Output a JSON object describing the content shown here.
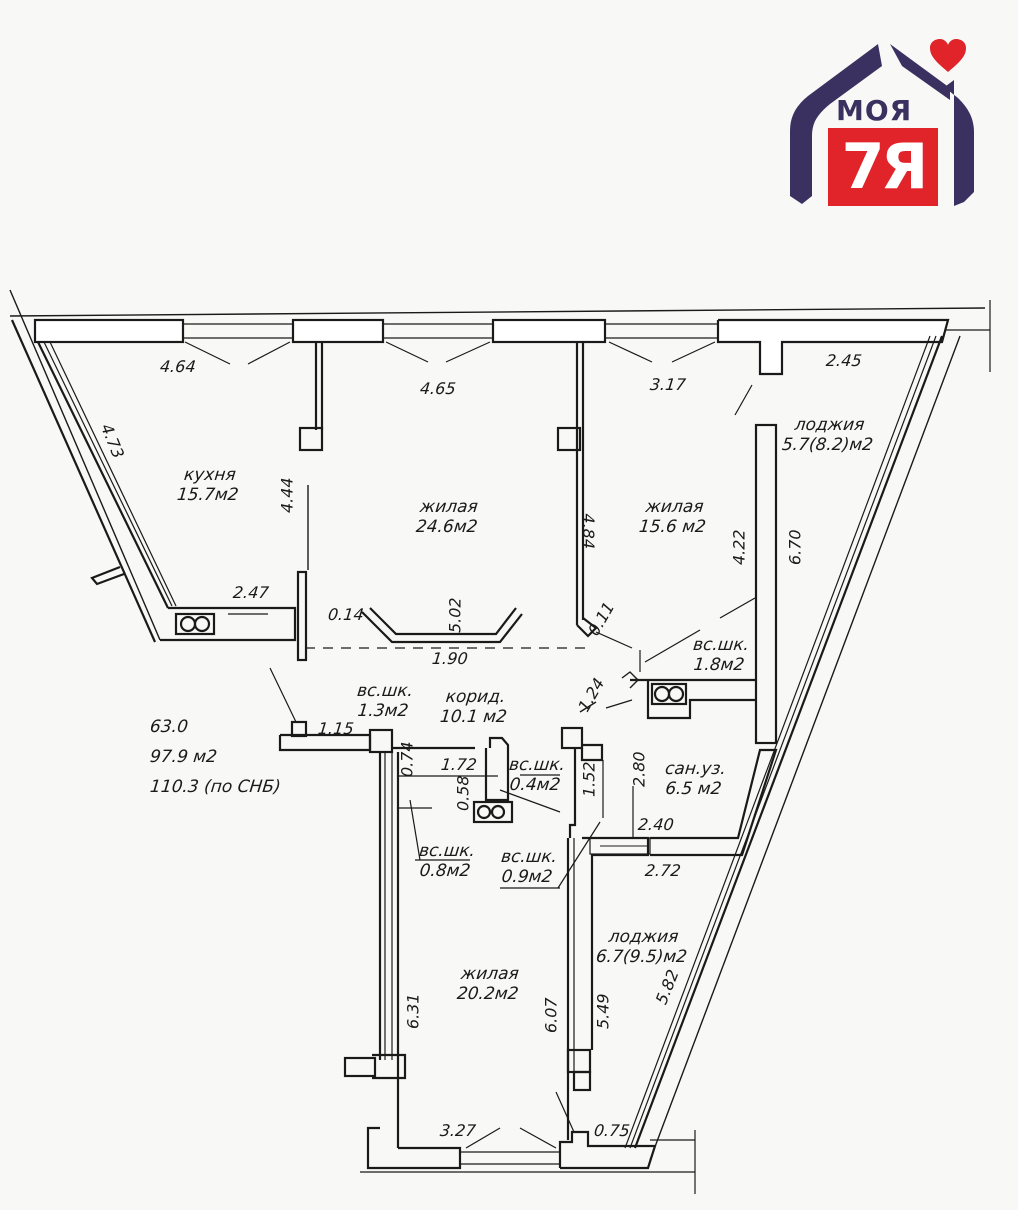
{
  "logo": {
    "top_text": "МОЯ",
    "big_text": "7Я",
    "colors": {
      "roof": "#3b3160",
      "accent": "#e0242a",
      "heart": "#e0242a"
    },
    "icons": [
      "house-roof-hands-icon",
      "heart-icon"
    ]
  },
  "summary": {
    "living_area": "63.0",
    "total_area": "97.9  м2",
    "total_area_snb": "110.3  (по СНБ)"
  },
  "rooms": {
    "kitchen": {
      "name": "кухня",
      "area": "15.7м2"
    },
    "living1": {
      "name": "жилая",
      "area": "24.6м2"
    },
    "living2": {
      "name": "жилая",
      "area": "15.6 м2"
    },
    "loggia1": {
      "name": "лоджия",
      "area": "5.7(8.2)м2"
    },
    "closet1": {
      "name": "вс.шк.",
      "area": "1.8м2"
    },
    "closet2": {
      "name": "вс.шк.",
      "area": "1.3м2"
    },
    "corridor": {
      "name": "корид.",
      "area": "10.1 м2"
    },
    "closet3": {
      "name": "вс.шк.",
      "area": "0.4м2"
    },
    "bathroom": {
      "name": "сан.уз.",
      "area": "6.5 м2"
    },
    "closet4": {
      "name": "вс.шк.",
      "area": "0.8м2"
    },
    "closet5": {
      "name": "вс.шк.",
      "area": "0.9м2"
    },
    "loggia2": {
      "name": "лоджия",
      "area": "6.7(9.5)м2"
    },
    "living3": {
      "name": "жилая",
      "area": "20.2м2"
    }
  },
  "dimensions": {
    "d464": "4.64",
    "d465": "4.65",
    "d317": "3.17",
    "d245": "2.45",
    "d473": "4.73",
    "d444": "4.44",
    "d247": "2.47",
    "d014": "0.14",
    "d502": "5.02",
    "d190": "1.90",
    "d484": "4.84",
    "d011": "0.11",
    "d422": "4.22",
    "d670": "6.70",
    "d124": "1.24",
    "d115": "1.15",
    "d074": "0.74",
    "d172": "1.72",
    "d058": "0.58",
    "d152": "1.52",
    "d280": "2.80",
    "d240": "2.40",
    "d272": "2.72",
    "d631": "6.31",
    "d607": "6.07",
    "d549": "5.49",
    "d582": "5.82",
    "d327": "3.27",
    "d075": "0.75"
  }
}
